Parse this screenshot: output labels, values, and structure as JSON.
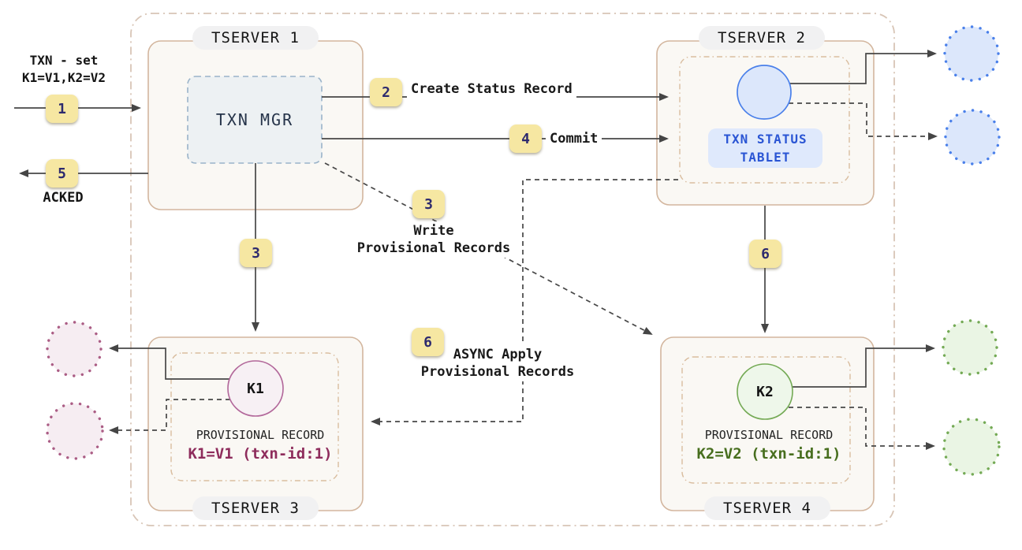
{
  "client": {
    "request_line1": "TXN - set",
    "request_line2": "K1=V1,K2=V2",
    "ack_label": "ACKED"
  },
  "badges": {
    "step1": "1",
    "step2": "2",
    "step3": "3",
    "step4": "4",
    "step5": "5",
    "step6": "6"
  },
  "edge_labels": {
    "create_status_record": "Create Status Record",
    "commit": "Commit",
    "write_provisional_line1": "Write",
    "write_provisional_line2": "Provisional Records",
    "async_apply_line1": "ASYNC Apply",
    "async_apply_line2": "Provisional Records"
  },
  "tserver1": {
    "title": "TSERVER 1",
    "txn_mgr_label": "TXN MGR"
  },
  "tserver2": {
    "title": "TSERVER 2",
    "tablet_label_line1": "TXN STATUS",
    "tablet_label_line2": "TABLET"
  },
  "tserver3": {
    "title": "TSERVER 3",
    "key_label": "K1",
    "record_title": "PROVISIONAL RECORD",
    "record_value": "K1=V1 (txn-id:1)"
  },
  "tserver4": {
    "title": "TSERVER 4",
    "key_label": "K2",
    "record_title": "PROVISIONAL RECORD",
    "record_value": "K2=V2 (txn-id:1)"
  },
  "colors": {
    "badge_bg": "#f6e7a2",
    "badge_text": "#2d2a6e",
    "tserver_border": "#d3b69e",
    "tserver_fill": "#faf8f4",
    "cluster_border": "#d8c5b6",
    "blue_accent": "#4a80ea",
    "blue_fill": "#dce7fb",
    "pink_accent": "#ab5d85",
    "pink_fill": "#f6edf2",
    "green_accent": "#74aa55",
    "green_fill": "#eaf5e4",
    "maroon_value_text": "#8e2c5c",
    "green_value_text": "#476e1e",
    "tablet_text": "#2a55d4",
    "tablet_bg": "#dfe9fc"
  }
}
